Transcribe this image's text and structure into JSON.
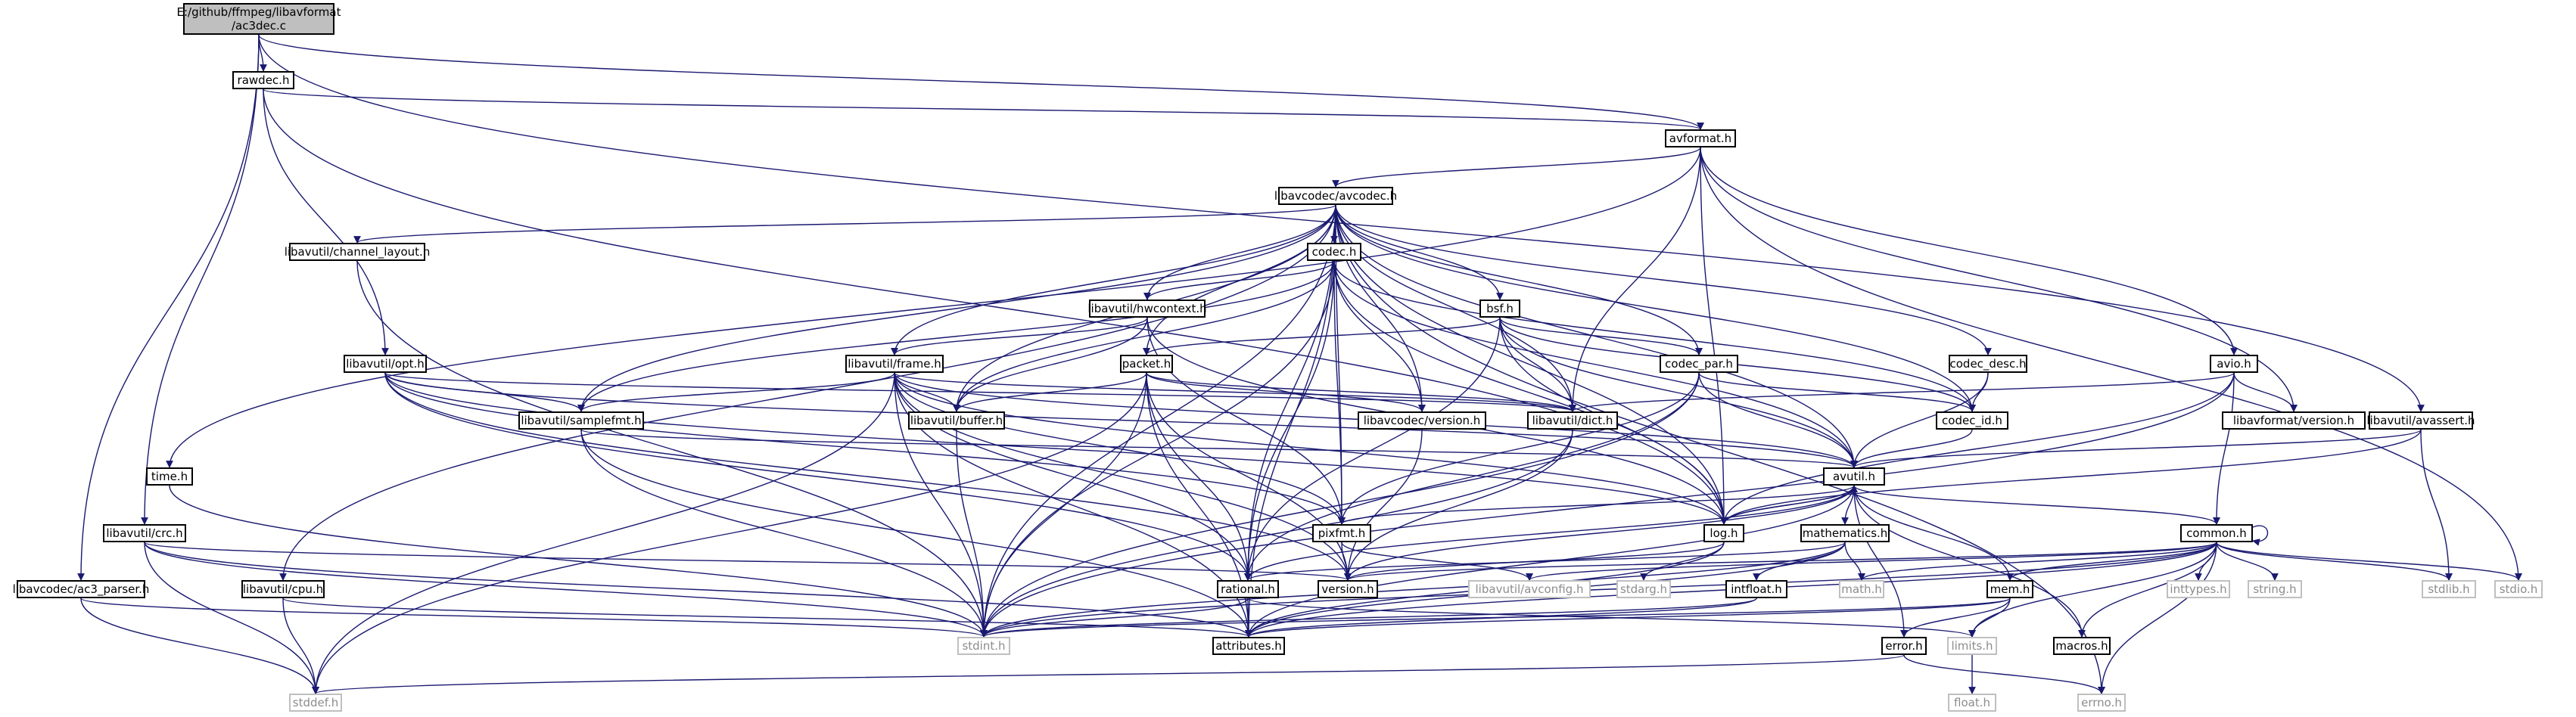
{
  "colors": {
    "edge": "#191970",
    "node_border": "#000000",
    "external_border": "#bfbfbf",
    "external_text": "#8c8c8c",
    "root_fill": "#bfbfbf",
    "background": "#ffffff"
  },
  "nodes": {
    "root": {
      "line1": "E:/github/ffmpeg/libavformat",
      "line2": "/ac3dec.c"
    },
    "rawdec": "rawdec.h",
    "avformat": "avformat.h",
    "avcodec": "libavcodec/avcodec.h",
    "channel_layout": "libavutil/channel_layout.h",
    "codec": "codec.h",
    "hwcontext": "libavutil/hwcontext.h",
    "bsf": "bsf.h",
    "frame": "libavutil/frame.h",
    "packet": "packet.h",
    "codec_par": "codec_par.h",
    "codec_desc": "codec_desc.h",
    "avio": "avio.h",
    "opt": "libavutil/opt.h",
    "samplefmt": "libavutil/samplefmt.h",
    "buffer": "libavutil/buffer.h",
    "avcodec_version": "libavcodec/version.h",
    "dict": "libavutil/dict.h",
    "codec_id": "codec_id.h",
    "avformat_version": "libavformat/version.h",
    "avassert": "libavutil/avassert.h",
    "time": "time.h",
    "avutil": "avutil.h",
    "crc": "libavutil/crc.h",
    "pixfmt": "pixfmt.h",
    "log": "log.h",
    "mathematics": "mathematics.h",
    "common": "common.h",
    "cpu": "libavutil/cpu.h",
    "version": "version.h",
    "avconfig": "libavutil/avconfig.h",
    "ac3_parser": "libavcodec/ac3_parser.h",
    "rational": "rational.h",
    "stdarg": "stdarg.h",
    "intfloat": "intfloat.h",
    "math": "math.h",
    "mem": "mem.h",
    "inttypes": "inttypes.h",
    "string": "string.h",
    "stdlib": "stdlib.h",
    "stdio": "stdio.h",
    "stdint": "stdint.h",
    "attributes": "attributes.h",
    "error": "error.h",
    "limits": "limits.h",
    "macros": "macros.h",
    "stddef": "stddef.h",
    "errno": "errno.h",
    "float": "float.h"
  }
}
